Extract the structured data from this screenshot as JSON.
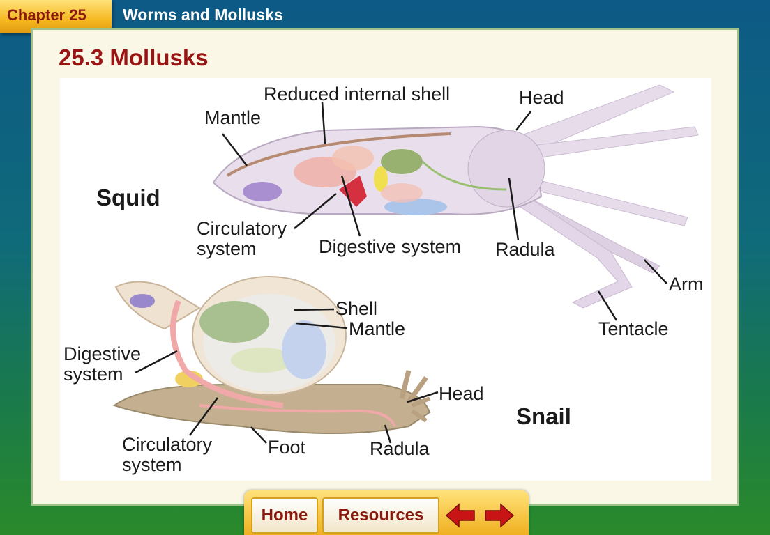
{
  "header": {
    "chapter_label": "Chapter 25",
    "chapter_title": "Worms and Mollusks"
  },
  "section_title": "25.3 Mollusks",
  "diagram": {
    "squid": {
      "name": "Squid",
      "labels": {
        "reduced_internal_shell": "Reduced internal shell",
        "head": "Head",
        "mantle": "Mantle",
        "circulatory_1": "Circulatory",
        "circulatory_2": "system",
        "digestive": "Digestive system",
        "radula": "Radula",
        "arm": "Arm",
        "tentacle": "Tentacle"
      }
    },
    "snail": {
      "name": "Snail",
      "labels": {
        "shell": "Shell",
        "mantle": "Mantle",
        "digestive_1": "Digestive",
        "digestive_2": "system",
        "head": "Head",
        "circulatory_1": "Circulatory",
        "circulatory_2": "system",
        "foot": "Foot",
        "radula": "Radula"
      }
    }
  },
  "nav": {
    "home": "Home",
    "resources": "Resources"
  },
  "colors": {
    "accent_title": "#9a1414",
    "nav_arrow": "#c81414"
  }
}
